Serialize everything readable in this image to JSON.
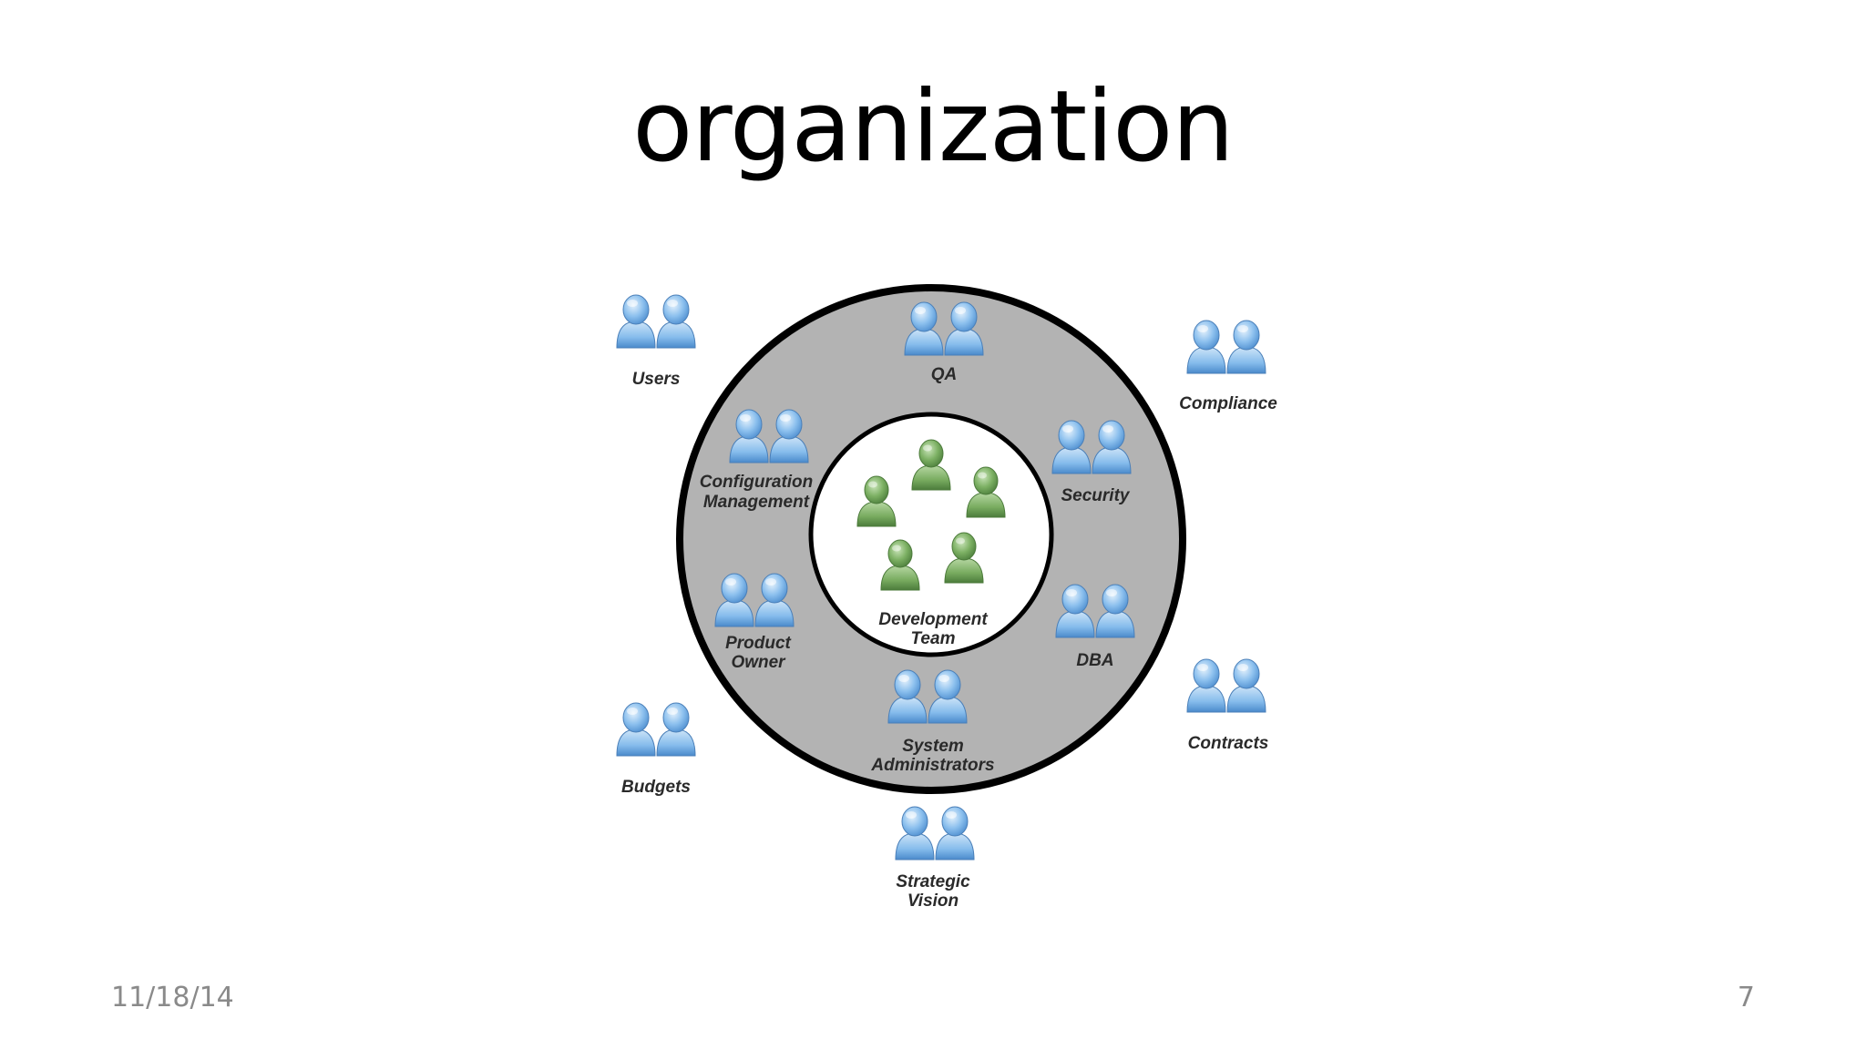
{
  "slide": {
    "title": "organization",
    "date": "11/18/14",
    "page_number": "7"
  },
  "diagram": {
    "center": {
      "label_line1": "Development",
      "label_line2": "Team",
      "color": "#6fa35a",
      "member_count": 5
    },
    "ring": {
      "color": "#b3b3b3",
      "groups": [
        {
          "id": "qa",
          "line1": "QA",
          "line2": ""
        },
        {
          "id": "security",
          "line1": "Security",
          "line2": ""
        },
        {
          "id": "dba",
          "line1": "DBA",
          "line2": ""
        },
        {
          "id": "system-administrators",
          "line1": "System",
          "line2": "Administrators"
        },
        {
          "id": "product-owner",
          "line1": "Product",
          "line2": "Owner"
        },
        {
          "id": "configuration-management",
          "line1": "Configuration",
          "line2": "Management"
        }
      ]
    },
    "outside": {
      "groups": [
        {
          "id": "users",
          "line1": "Users",
          "line2": ""
        },
        {
          "id": "compliance",
          "line1": "Compliance",
          "line2": ""
        },
        {
          "id": "contracts",
          "line1": "Contracts",
          "line2": ""
        },
        {
          "id": "budgets",
          "line1": "Budgets",
          "line2": ""
        },
        {
          "id": "strategic-vision",
          "line1": "Strategic",
          "line2": "Vision"
        }
      ]
    },
    "person_color": "#7fb6e8"
  }
}
